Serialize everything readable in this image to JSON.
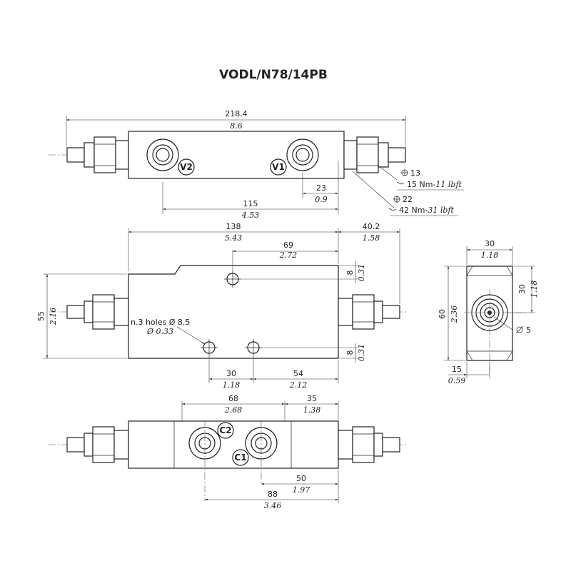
{
  "title": "VODL/N78/14PB",
  "ports": {
    "v1": "V1",
    "v2": "V2",
    "c1": "C1",
    "c2": "C2"
  },
  "top_view": {
    "overall_mm": "218.4",
    "overall_in": "8.6",
    "ports_mm": "115",
    "ports_in": "4.53",
    "offset_mm": "23",
    "offset_in": "0.9",
    "wrench_small": "13",
    "torque_small_nm": "15 Nm-",
    "torque_small_lbft": "11 lbft",
    "wrench_large": "22",
    "torque_large_nm": "42 Nm-",
    "torque_large_lbft": "31 lbft"
  },
  "front_view": {
    "length_mm": "138",
    "length_in": "5.43",
    "right_mm": "40.2",
    "right_in": "1.58",
    "hole_top_mm": "69",
    "hole_top_in": "2.72",
    "height_mm": "55",
    "height_in": "2.16",
    "top_hole_off_mm": "8",
    "top_hole_off_in": "0.31",
    "bot_hole_off_mm": "8",
    "bot_hole_off_in": "0.31",
    "holes_note": "n.3 holes Ø 8.5",
    "holes_note_in": "Ø 0.33",
    "hole_spacing_mm": "30",
    "hole_spacing_in": "1.18",
    "hole_right_mm": "54",
    "hole_right_in": "2.12"
  },
  "side_view": {
    "width_mm": "30",
    "width_in": "1.18",
    "half_h_mm": "30",
    "half_h_in": "1.18",
    "height_mm": "60",
    "height_in": "2.36",
    "port_off_mm": "15",
    "port_off_in": "0.59",
    "port_dia": "5"
  },
  "bottom_view": {
    "ports_mm": "68",
    "ports_in": "2.68",
    "right_mm": "35",
    "right_in": "1.38",
    "c1_off_mm": "50",
    "c1_off_in": "1.97",
    "c2_off_mm": "88",
    "c2_off_in": "3.46"
  }
}
